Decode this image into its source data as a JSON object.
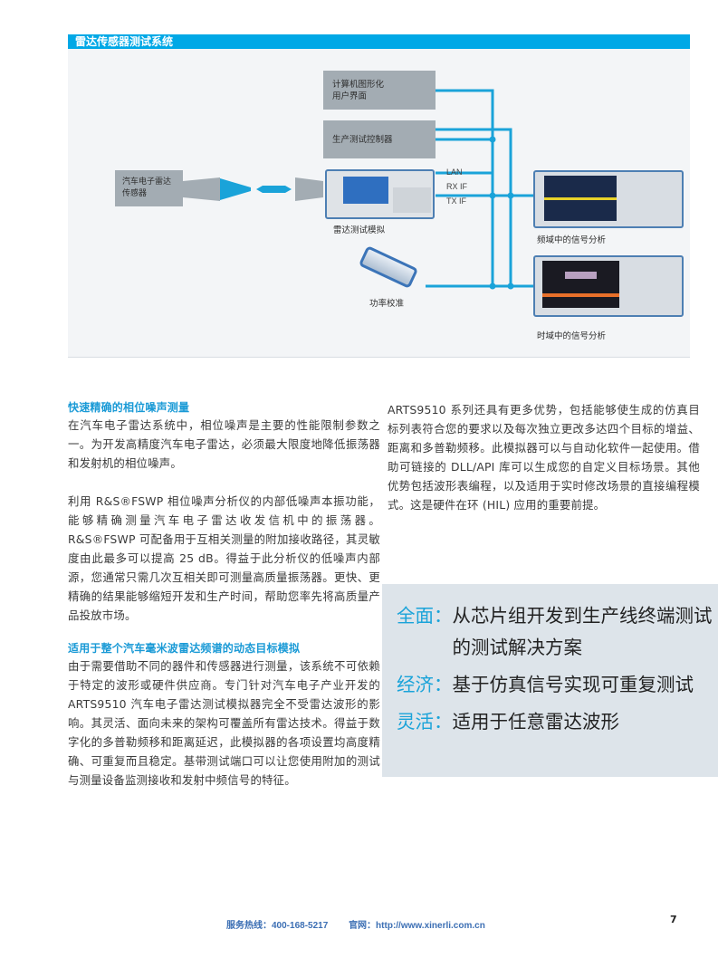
{
  "figure": {
    "title": "雷达传感器测试系统",
    "gui_box": [
      "计算机图形化",
      "用户界面"
    ],
    "controller_box": "生产测试控制器",
    "sensor_box": "汽车电子雷达传感器",
    "simulator_label": "雷达测试模拟",
    "ports": [
      "LAN",
      "RX IF",
      "TX IF"
    ],
    "power_label": "功率校准",
    "freq_label": "频域中的信号分析",
    "time_label": "时域中的信号分析",
    "line_color": "#1aa3d9"
  },
  "left": {
    "section1_title": "快速精确的相位噪声测量",
    "section1_p1": "在汽车电子雷达系统中，相位噪声是主要的性能限制参数之一。为开发高精度汽车电子雷达，必须最大限度地降低振荡器和发射机的相位噪声。",
    "section1_p2": "利用 R&S®FSWP 相位噪声分析仪的内部低噪声本振功能，能够精确测量汽车电子雷达收发信机中的振荡器。R&S®FSWP 可配备用于互相关测量的附加接收路径，其灵敏度由此最多可以提高 25 dB。得益于此分析仪的低噪声内部源，您通常只需几次互相关即可测量高质量振荡器。更快、更精确的结果能够缩短开发和生产时间，帮助您率先将高质量产品投放市场。",
    "section2_title": "适用于整个汽车毫米波雷达频谱的动态目标模拟",
    "section2_p1": "由于需要借助不同的器件和传感器进行测量，该系统不可依赖于特定的波形或硬件供应商。专门针对汽车电子产业开发的 ARTS9510 汽车电子雷达测试模拟器完全不受雷达波形的影响。其灵活、面向未来的架构可覆盖所有雷达技术。得益于数字化的多普勒频移和距离延迟，此模拟器的各项设置均高度精确、可重复而且稳定。基带测试端口可以让您使用附加的测试与测量设备监测接收和发射中频信号的特征。"
  },
  "right": {
    "p1": "ARTS9510 系列还具有更多优势，包括能够使生成的仿真目标列表符合您的要求以及每次独立更改多达四个目标的增益、距离和多普勒频移。此模拟器可以与自动化软件一起使用。借助可链接的 DLL/API 库可以生成您的自定义目标场景。其他优势包括波形表编程，以及适用于实时修改场景的直接编程模式。这是硬件在环 (HIL) 应用的重要前提。"
  },
  "callout": [
    {
      "key": "全面：",
      "text": "从芯片组开发到生产线终端测试的测试解决方案"
    },
    {
      "key": "经济：",
      "text": "基于仿真信号实现可重复测试"
    },
    {
      "key": "灵活：",
      "text": "适用于任意雷达波形"
    }
  ],
  "footer": {
    "hotline": "服务热线：400-168-5217",
    "website": "官网：http://www.xinerli.com.cn",
    "page": "7"
  }
}
